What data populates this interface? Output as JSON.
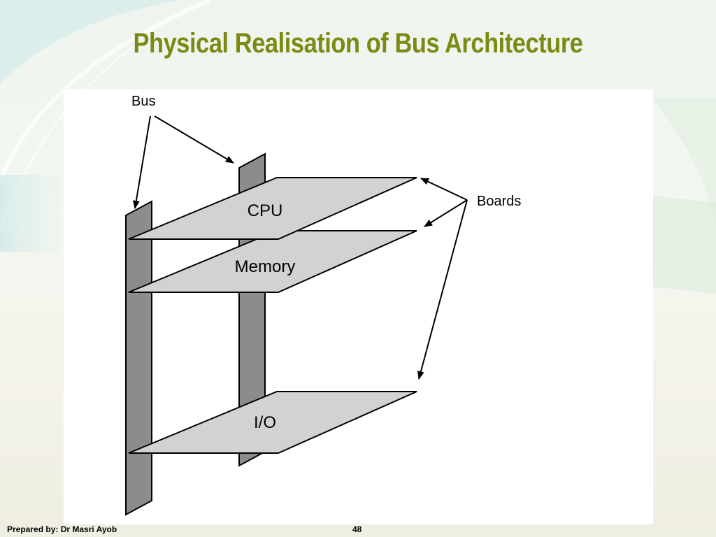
{
  "slide": {
    "title": "Physical Realisation of Bus Architecture",
    "footer_author": "Prepared by: Dr Masri Ayob",
    "page_number": "48"
  },
  "diagram": {
    "labels": {
      "bus": "Bus",
      "boards": "Boards"
    },
    "boards": [
      {
        "id": "cpu",
        "label": "CPU"
      },
      {
        "id": "memory",
        "label": "Memory"
      },
      {
        "id": "io",
        "label": "I/O"
      }
    ],
    "colors": {
      "bus_rail": "#8c8c8c",
      "board_fill": "#d2d2d2",
      "stroke": "#000000",
      "title": "#7b8a12"
    }
  }
}
